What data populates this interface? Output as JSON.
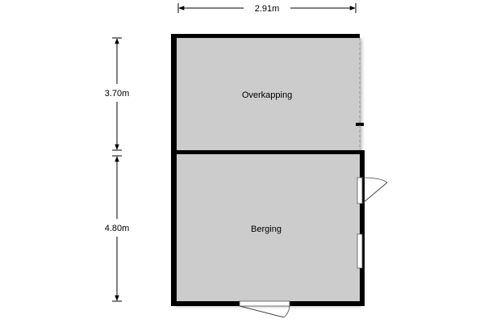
{
  "dimensions": {
    "width_label": "2.91m",
    "upper_height_label": "3.70m",
    "lower_height_label": "4.80m"
  },
  "rooms": {
    "upper": {
      "label": "Overkapping"
    },
    "lower": {
      "label": "Berging"
    }
  },
  "colors": {
    "floor": "#cccccc",
    "wall": "#000000",
    "dimension_line": "#000000",
    "open_side_dash": "#999999"
  }
}
